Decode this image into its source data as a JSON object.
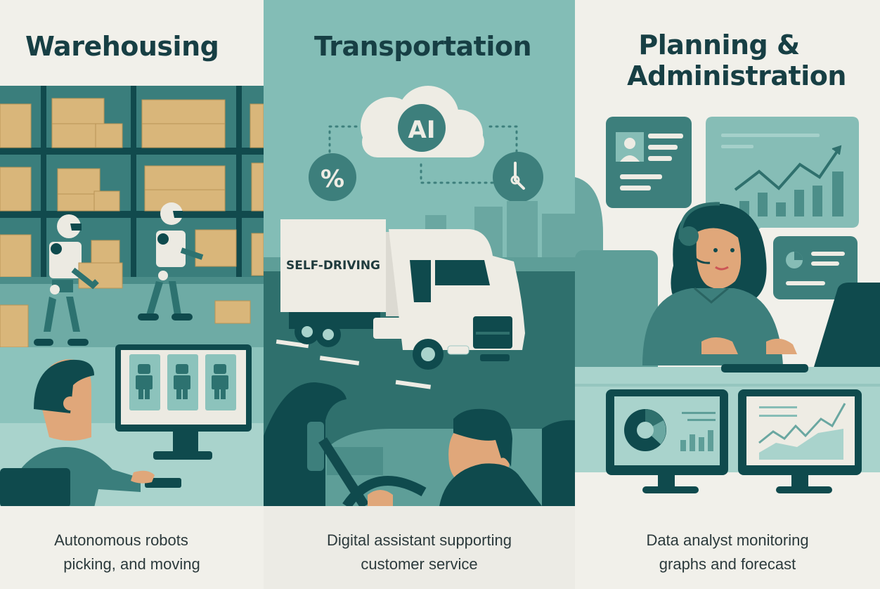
{
  "panels": [
    {
      "title": "Warehousing",
      "caption_line1": "Autonomous robots",
      "caption_line2": "picking, and moving",
      "scene": "warehouse-robots-with-monitoring-operator"
    },
    {
      "title": "Transportation",
      "cloud_label": "AI",
      "percent_glyph": "%",
      "truck_label": "SELF-DRIVING",
      "caption_line1": "Digital assistant supporting",
      "caption_line2": "customer service",
      "scene": "self-driving-truck-and-driver"
    },
    {
      "title_line1": "Planning &",
      "title_line2": "Administration",
      "caption_line1": "Data analyst monitoring",
      "caption_line2": "graphs and forecast",
      "scene": "analyst-with-headset-and-dashboards"
    }
  ],
  "colors": {
    "cream": "#f1f0ea",
    "teal_light": "#83bdb6",
    "teal_mid": "#3d7f7c",
    "teal_dark": "#0f4a4d",
    "box_tan": "#d9b67a",
    "skin": "#e0a77a",
    "text_dark": "#173f44"
  }
}
